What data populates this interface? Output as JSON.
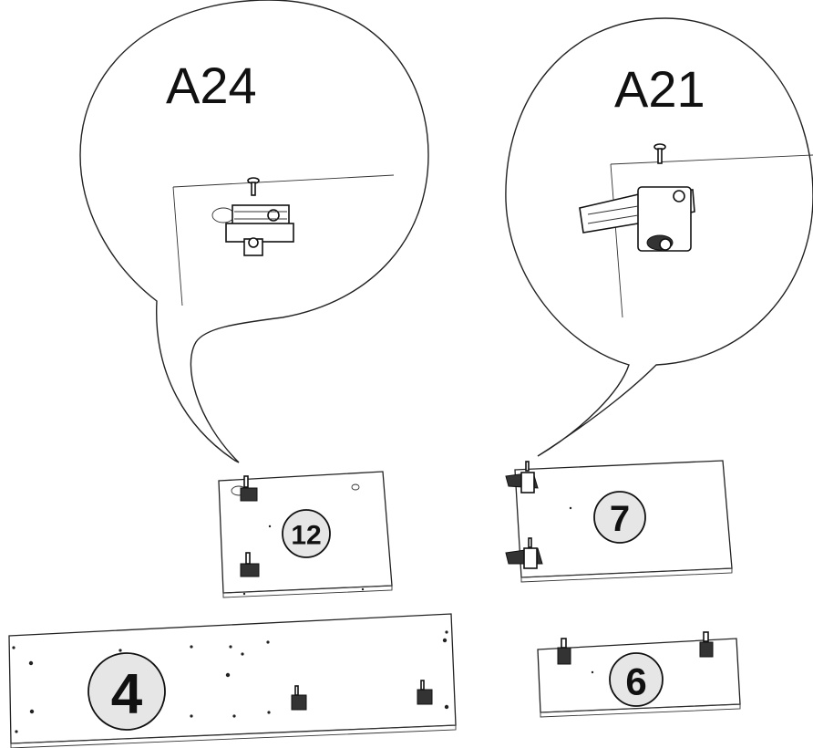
{
  "callouts": {
    "left_label": "A24",
    "right_label": "A21"
  },
  "parts": {
    "door_12": "12",
    "door_7": "7",
    "panel_4": "4",
    "panel_6": "6"
  },
  "colors": {
    "line": "#222222",
    "badge_fill": "#e6e6e6",
    "background": "#ffffff"
  }
}
